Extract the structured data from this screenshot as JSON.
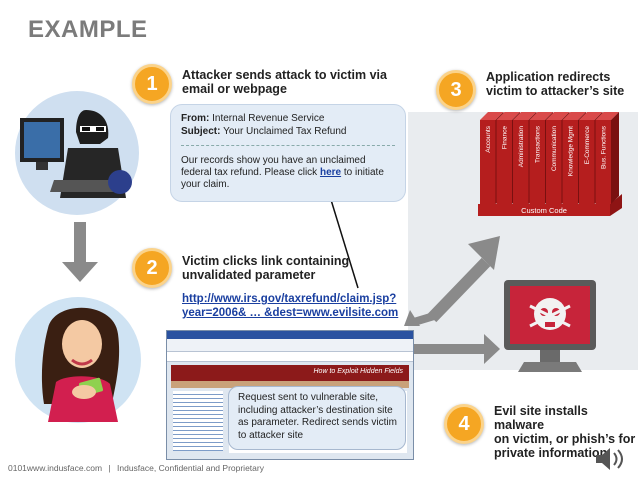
{
  "title": "EXAMPLE",
  "steps": [
    {
      "number": "1",
      "text_line1": "Attacker sends attack to victim via",
      "text_line2": "email or webpage"
    },
    {
      "number": "2",
      "text_line1": "Victim clicks link containing",
      "text_line2": "unvalidated parameter"
    },
    {
      "number": "3",
      "text_line1": "Application redirects",
      "text_line2": "victim to attacker’s site"
    },
    {
      "number": "4",
      "text_line1": "Evil site installs malware",
      "text_line2": "on victim, or phish’s for",
      "text_line3": "private information"
    }
  ],
  "email": {
    "from_label": "From:",
    "from_value": "Internal Revenue Service",
    "subject_label": "Subject:",
    "subject_value": "Your Unclaimed Tax Refund",
    "body_line1": "Our records show you have an unclaimed",
    "body_line2_pre": "federal tax refund. Please click ",
    "body_link": "here",
    "body_line2_post": " to initiate",
    "body_line3": "your claim."
  },
  "malicious_link": {
    "line1": "http://www.irs.gov/taxrefund/claim.jsp?",
    "line2": "year=2006& … &dest=www.evilsite.com"
  },
  "callout": "Request sent to vulnerable site, including attacker’s destination site as parameter. Redirect sends victim to attacker site",
  "server": {
    "columns": [
      "Accounts",
      "Finance",
      "Administration",
      "Transactions",
      "Communication",
      "Knowledge Mgmt",
      "E-Commerce",
      "Bus. Functions"
    ],
    "base_label": "Custom Code"
  },
  "screenshot": {
    "banner_text": "How to Exploit Hidden Fields"
  },
  "footer": {
    "page": "0101",
    "site": "www.indusface.com",
    "separator": "|",
    "note": "Indusface, Confidential and Proprietary"
  },
  "colors": {
    "step_circle": "#f5a623",
    "server_red": "#b51e1e",
    "link_blue": "#1a3fa0",
    "arrow_gray": "#8a8a8a"
  }
}
